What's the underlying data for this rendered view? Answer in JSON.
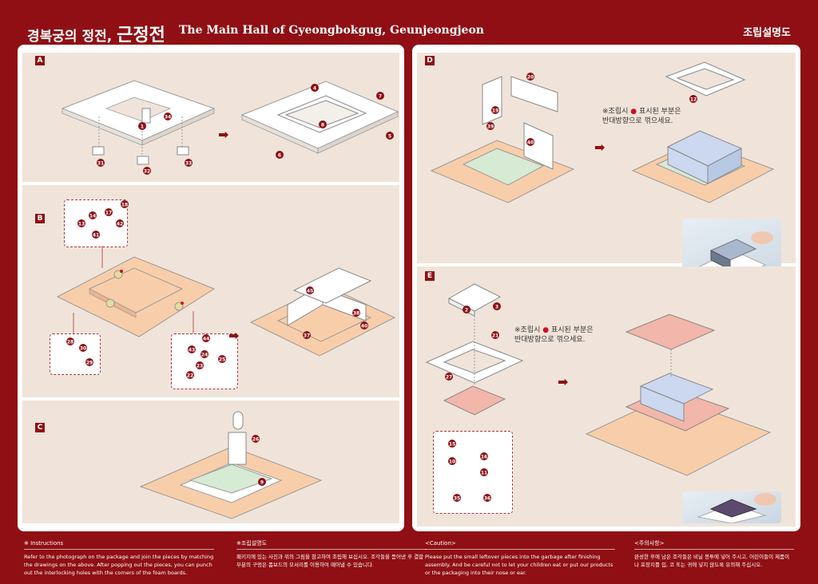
{
  "header": {
    "title_ko_prefix": "경복궁의 정전, ",
    "title_ko_main": "근정전",
    "title_en": "The Main Hall of Gyeongbokgug, Geunjeongjeon",
    "right_label": "조립설명도"
  },
  "steps": {
    "a": "A",
    "b": "B",
    "c": "C",
    "d": "D",
    "e": "E"
  },
  "notes": {
    "d_note_prefix": "※조립시 ",
    "d_note_dot": "●",
    "d_note_suffix": " 표시된 부분은",
    "d_note_line2": "반대방향으로 꺾으세요.",
    "e_note_prefix": "※조립시 ",
    "e_note_dot": "●",
    "e_note_suffix": " 표시된 부분은",
    "e_note_line2": "반대방향으로 꺾으세요."
  },
  "parts": {
    "a": [
      "1",
      "34",
      "31",
      "32",
      "33",
      "4",
      "7",
      "8",
      "5",
      "6"
    ],
    "b_top": [
      "18",
      "14",
      "17",
      "13",
      "42",
      "41"
    ],
    "b_left": [
      "28",
      "30",
      "29"
    ],
    "b_right": [
      "44",
      "43",
      "24",
      "25",
      "23",
      "22"
    ],
    "b_assembled": [
      "45",
      "38",
      "40",
      "37"
    ],
    "c": [
      "26",
      "9"
    ],
    "d": [
      "20",
      "19",
      "39",
      "40",
      "12"
    ],
    "e_top": [
      "2",
      "3",
      "21",
      "27"
    ],
    "e_bottom": [
      "15",
      "10",
      "16",
      "11",
      "35",
      "36"
    ]
  },
  "footer": {
    "instructions_title": "※ Instructions",
    "instructions_text": "Refer to the photograph on the package and join the pieces by matching the drawings on the above. After popping out the pieces, you can punch out the interlocking holes with the corners of the foam boards.",
    "ko_title": "※조립설명도",
    "ko_text": "패키지에 있는 사진과 위의 그림을 참고하여 조립해 보십시오. 조각들을 뜯어낸 후 결합 부분의 구멍은 폼보드의 모서리를 이용하여 떼어낼 수 있습니다.",
    "caution_title": "<Caution>",
    "caution_text": "Please put the small leftover pieces into the garbage after finishing assembly. And be careful not to let your children eat or put our products or the packaging into their nose or ear.",
    "caution_ko_title": "<주의사항>",
    "caution_ko_text": "완성한 후에 남은 조각들은 비닐 봉투에 넣어 주시고, 어린이들이 제품이나 포장지를 입, 코 또는 귀에 넣지 않도록 유의해 주십시오."
  }
}
